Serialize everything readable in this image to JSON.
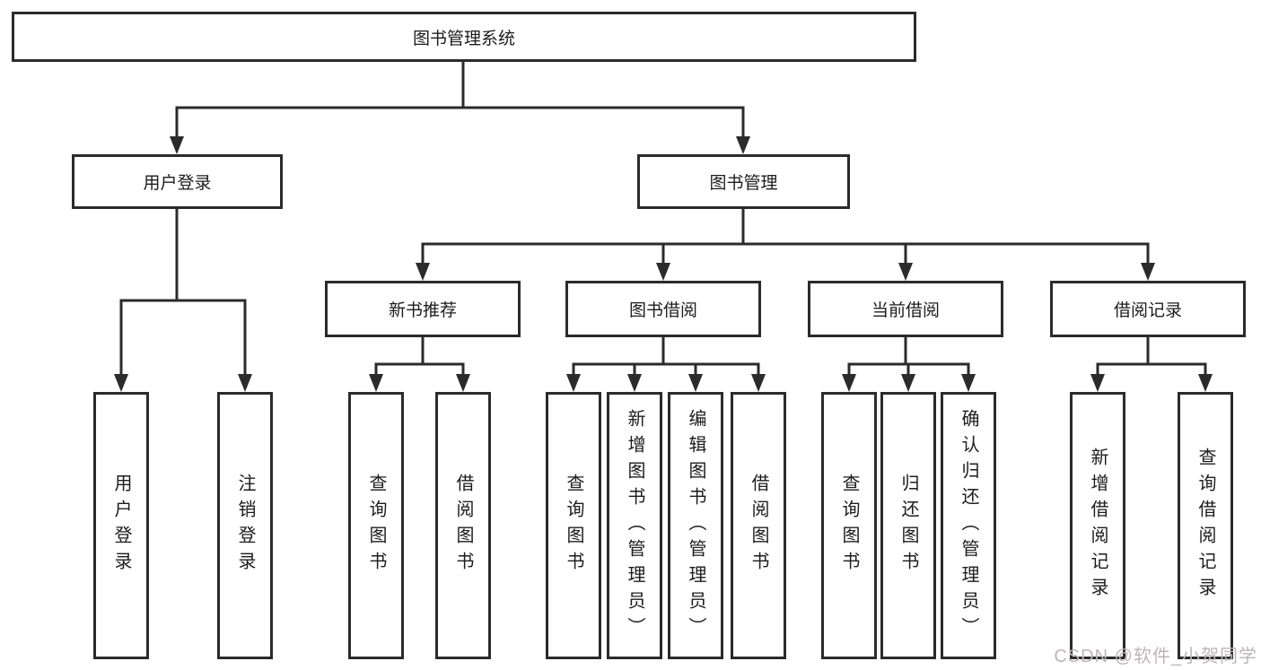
{
  "diagram": {
    "root": {
      "label": "图书管理系统"
    },
    "branches": [
      {
        "label": "用户登录",
        "children": [
          {
            "label": "用户登录"
          },
          {
            "label": "注销登录"
          }
        ]
      },
      {
        "label": "图书管理",
        "children": [
          {
            "label": "新书推荐",
            "children": [
              {
                "label": "查询图书"
              },
              {
                "label": "借阅图书"
              }
            ]
          },
          {
            "label": "图书借阅",
            "children": [
              {
                "label": "查询图书"
              },
              {
                "label": "新增图书（管理员）"
              },
              {
                "label": "编辑图书（管理员）"
              },
              {
                "label": "借阅图书"
              }
            ]
          },
          {
            "label": "当前借阅",
            "children": [
              {
                "label": "查询图书"
              },
              {
                "label": "归还图书"
              },
              {
                "label": "确认归还（管理员）"
              }
            ]
          },
          {
            "label": "借阅记录",
            "children": [
              {
                "label": "新增借阅记录"
              },
              {
                "label": "查询借阅记录"
              }
            ]
          }
        ]
      }
    ]
  },
  "watermark": {
    "text": "CSDN @软件_小贺同学"
  },
  "colors": {
    "line": "#2b2b2b",
    "text": "#1c1c1c",
    "watermark": "#bdb5b7",
    "background": "#ffffff"
  }
}
